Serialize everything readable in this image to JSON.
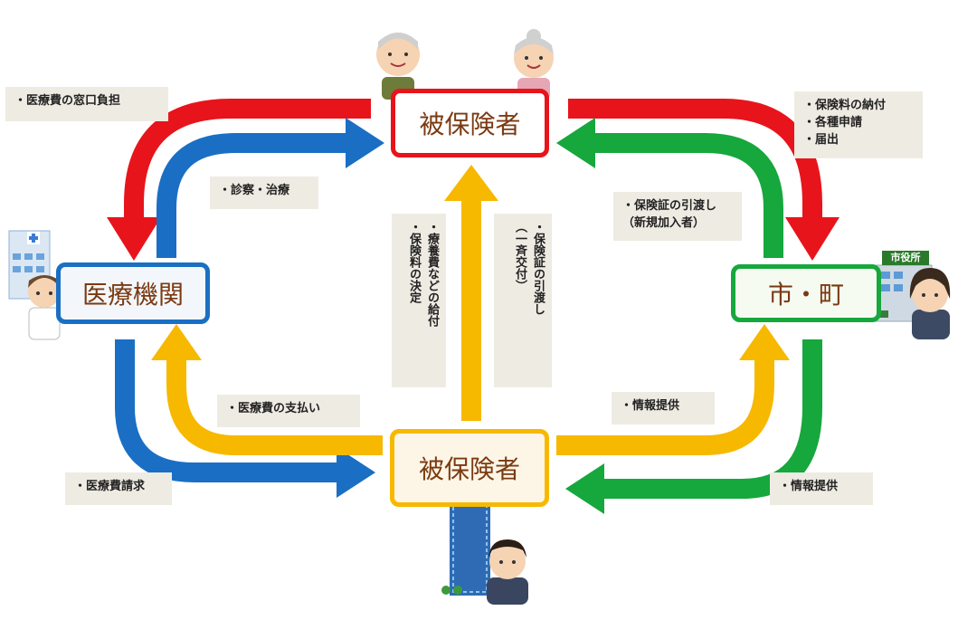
{
  "nodes": {
    "top": "被保険者",
    "left": "医療機関",
    "right": "市・町",
    "bottom": "被保険者"
  },
  "sign": "市役所",
  "notes": {
    "window_payment": "・医療費の窓口負担",
    "exam": "・診察・治療",
    "premium": [
      "・保険料の納付",
      "・各種申請",
      "・届出"
    ],
    "card_handover": [
      "・保険証の引渡し",
      "（新規加入者）"
    ],
    "medical_payment": "・医療費の支払い",
    "info_left": "・情報提供",
    "info_right": "・情報提供",
    "claim": "・医療費請求",
    "benefit": [
      "・療養費などの給付",
      "・保険料の決定"
    ],
    "card_bulk": [
      "・保険証の引渡し",
      "（一斉交付）"
    ]
  },
  "colors": {
    "red": "#e8141b",
    "blue": "#1a6fc4",
    "green": "#16a73d",
    "yellow": "#f7b800",
    "note_bg": "#eeebe3"
  },
  "icons": [
    "elderly-man-icon",
    "elderly-woman-icon",
    "hospital-icon",
    "doctor-icon",
    "city-hall-icon",
    "clerk-icon",
    "office-building-icon",
    "businessman-icon"
  ]
}
